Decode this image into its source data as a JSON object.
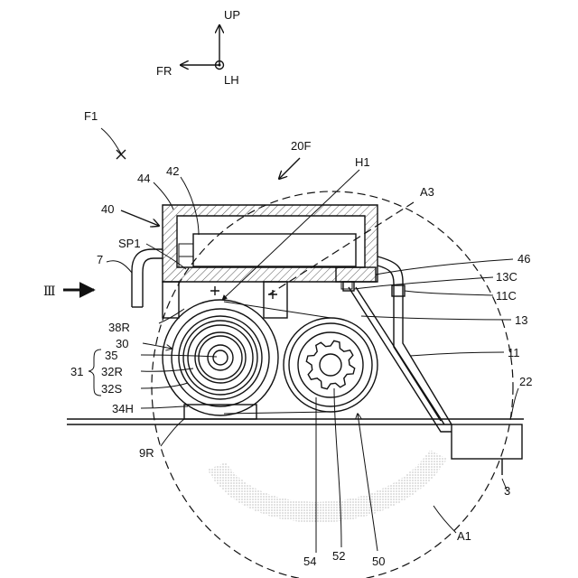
{
  "orientation": {
    "up": "UP",
    "front": "FR",
    "left": "LH"
  },
  "labels": {
    "f1": "F1",
    "l20f": "20F",
    "h1": "H1",
    "a3": "A3",
    "l44": "44",
    "l42": "42",
    "l40": "40",
    "sp1": "SP1",
    "l7": "7",
    "l46": "46",
    "l13c": "13C",
    "l11c": "11C",
    "view3": "Ⅲ",
    "l38r": "38R",
    "l30": "30",
    "l35": "35",
    "l31": "31",
    "l32r": "32R",
    "l32s": "32S",
    "l13": "13",
    "l11": "11",
    "l22": "22",
    "l34h": "34H",
    "l9r": "9R",
    "l3": "3",
    "a1": "A1",
    "l54": "54",
    "l52": "52",
    "l50": "50"
  },
  "colors": {
    "line": "#111111",
    "hatch": "#555555",
    "dots": "#9a9a9a",
    "background": "#ffffff"
  }
}
